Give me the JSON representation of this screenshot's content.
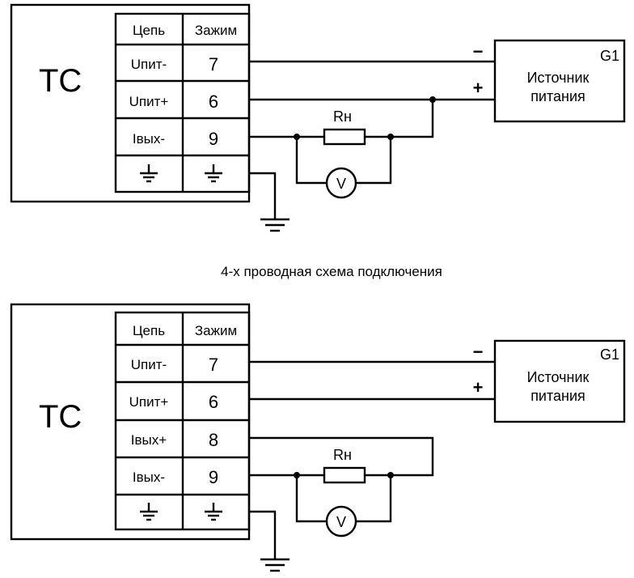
{
  "diagram_top": {
    "device_label": "ТС",
    "header": {
      "circuit": "Цепь",
      "terminal": "Зажим"
    },
    "rows": [
      {
        "circuit": "Uпит-",
        "terminal": "7"
      },
      {
        "circuit": "Uпит+",
        "terminal": "6"
      },
      {
        "circuit": "Iвых-",
        "terminal": "9"
      }
    ],
    "ground_symbol": "⏚",
    "power_supply": {
      "id": "G1",
      "line1": "Источник",
      "line2": "питания"
    },
    "minus_sign": "−",
    "plus_sign": "+",
    "resistor_label": "Rн",
    "voltmeter_label": "V"
  },
  "caption": "4-х проводная схема подключения",
  "diagram_bottom": {
    "device_label": "ТС",
    "header": {
      "circuit": "Цепь",
      "terminal": "Зажим"
    },
    "rows": [
      {
        "circuit": "Uпит-",
        "terminal": "7"
      },
      {
        "circuit": "Uпит+",
        "terminal": "6"
      },
      {
        "circuit": "Iвых+",
        "terminal": "8"
      },
      {
        "circuit": "Iвых-",
        "terminal": "9"
      }
    ],
    "ground_symbol": "⏚",
    "power_supply": {
      "id": "G1",
      "line1": "Источник",
      "line2": "питания"
    },
    "minus_sign": "−",
    "plus_sign": "+",
    "resistor_label": "Rн",
    "voltmeter_label": "V"
  }
}
